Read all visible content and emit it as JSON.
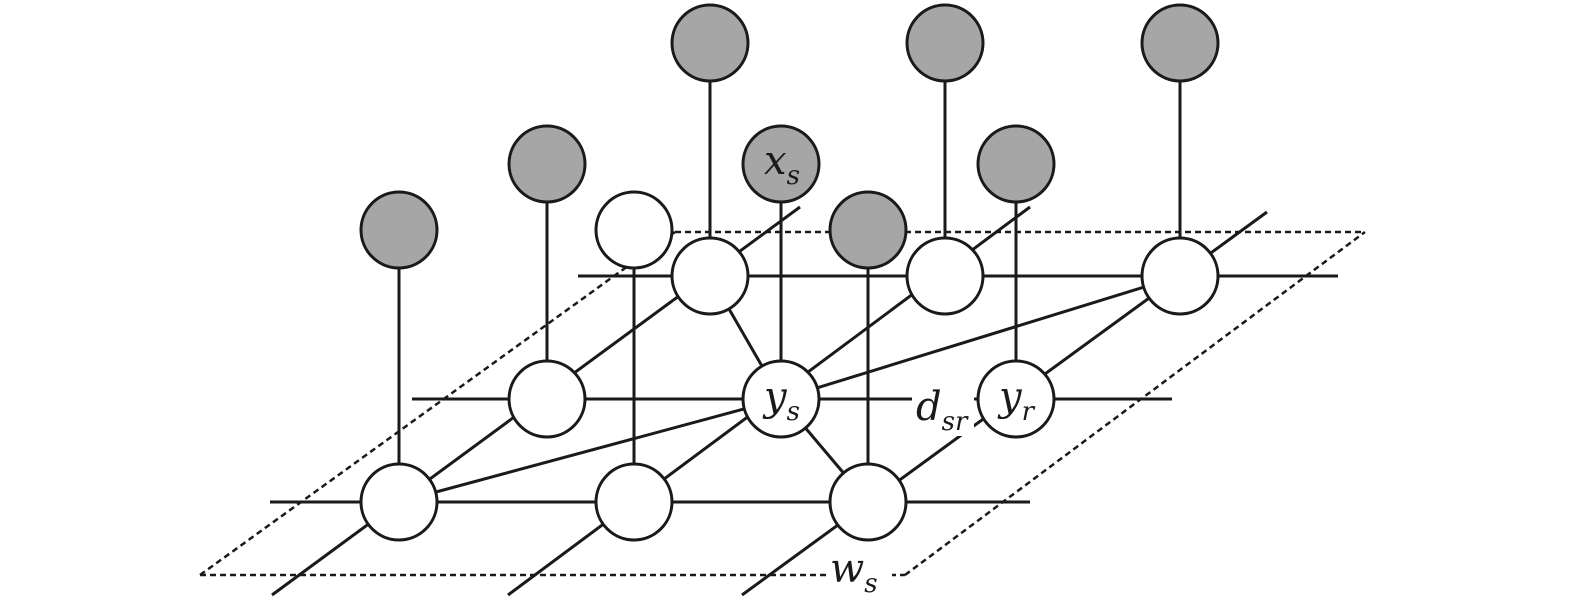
{
  "diagram": {
    "labels": {
      "x_s": {
        "base": "x",
        "sub": "s"
      },
      "y_s": {
        "base": "y",
        "sub": "s"
      },
      "y_r": {
        "base": "y",
        "sub": "r"
      },
      "d_sr": {
        "base": "d",
        "sub": "sr"
      },
      "w_s": {
        "base": "w",
        "sub": "s"
      }
    },
    "colors": {
      "observed_fill": "#a6a6a6",
      "hidden_fill": "#ffffff",
      "stroke": "#1a1a1a"
    }
  }
}
